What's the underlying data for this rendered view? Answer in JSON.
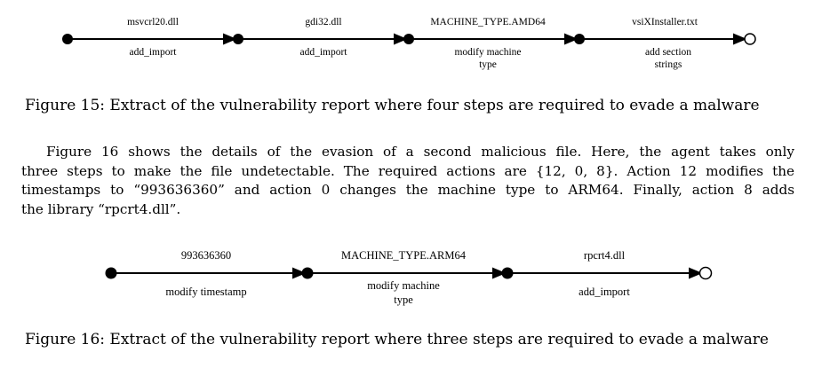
{
  "figure15": {
    "caption": "Figure 15: Extract of the vulnerability report where four steps are required to evade a malware",
    "steps": [
      {
        "top": "msvcrl20.dll",
        "bottom": [
          "add_import"
        ]
      },
      {
        "top": "gdi32.dll",
        "bottom": [
          "add_import"
        ]
      },
      {
        "top": "MACHINE_TYPE.AMD64",
        "bottom": [
          "modify machine",
          "type"
        ]
      },
      {
        "top": "vsiXInstaller.txt",
        "bottom": [
          "add section",
          "strings"
        ]
      }
    ]
  },
  "paragraph": {
    "lines": [
      "Figure 16 shows the details of the evasion of a second malicious file.  Here, the agent takes only",
      "three steps to make the file undetectable.  The required actions are {12, 0, 8}.  Action 12 modifies the",
      "timestamps to “993636360” and action 0 changes the machine type to ARM64.  Finally, action 8 adds",
      "the library “rpcrt4.dll”."
    ]
  },
  "figure16": {
    "caption": "Figure 16: Extract of the vulnerability report where three steps are required to evade a malware",
    "steps": [
      {
        "top": "993636360",
        "bottom": [
          "modify  timestamp"
        ]
      },
      {
        "top": "MACHINE_TYPE.ARM64",
        "bottom": [
          "modify machine",
          "type"
        ]
      },
      {
        "top": "rpcrt4.dll",
        "bottom": [
          "add_import"
        ]
      }
    ]
  }
}
